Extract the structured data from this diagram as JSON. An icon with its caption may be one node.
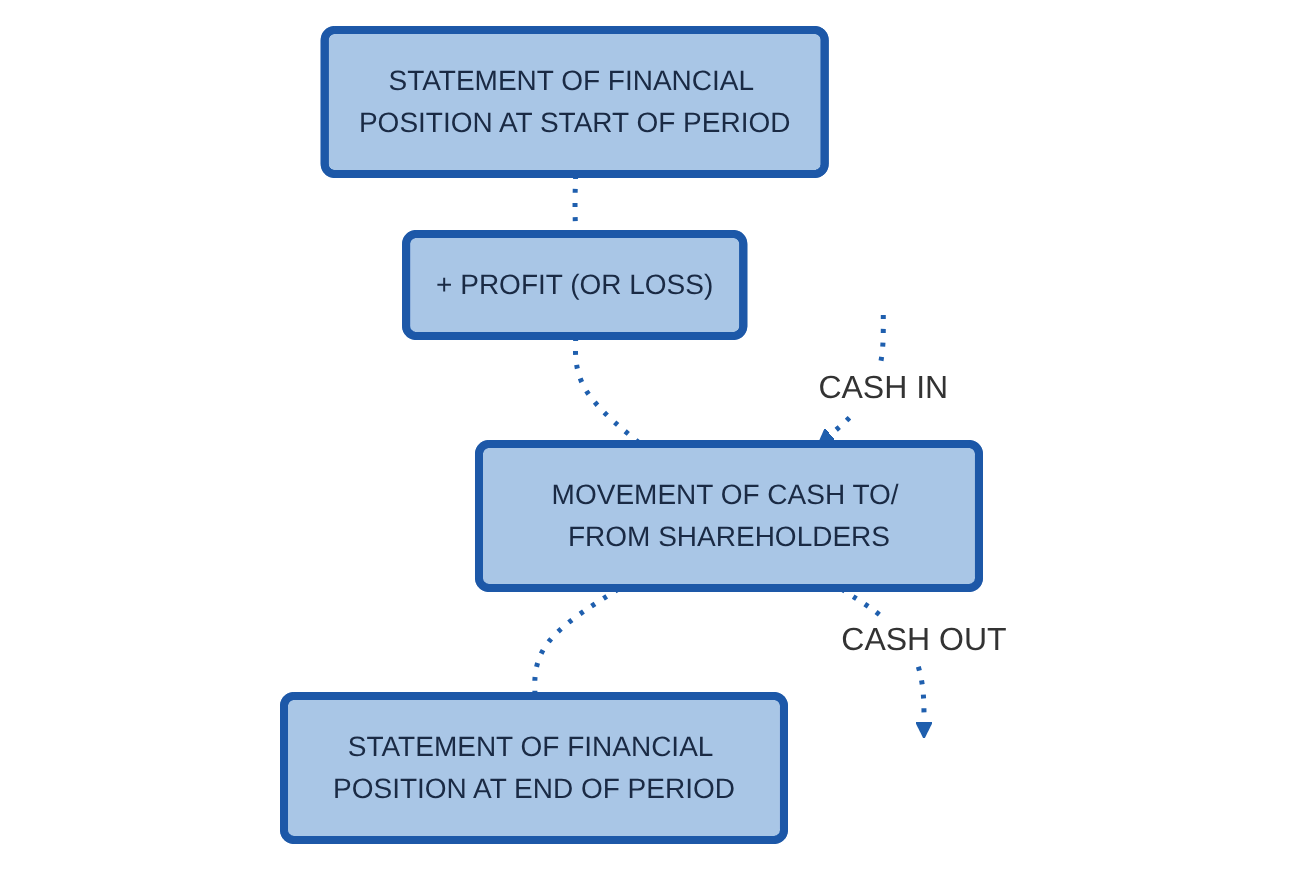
{
  "diagram": {
    "nodes": [
      {
        "text": [
          "STATEMENT OF FINANCIAL POSITION AT START OF PERIOD"
        ]
      },
      {
        "text": [
          "+ PROFIT (OR LOSS)"
        ]
      },
      {
        "text": [
          "MOVEMENT OF CASH TO/ FROM SHAREHOLDERS"
        ]
      },
      {
        "text": [
          "STATEMENT OF FINANCIAL POSITION AT END OF PERIOD"
        ]
      }
    ],
    "edges": [
      {
        "from": 0,
        "to": 1,
        "arrow": "none",
        "style": "dashed"
      },
      {
        "from": 1,
        "to": 2,
        "arrow": "none",
        "style": "dashed"
      },
      {
        "from": 2,
        "to": 3,
        "arrow": "none",
        "style": "dashed"
      },
      {
        "from": null,
        "to": 2,
        "arrow": "to",
        "style": "dashed",
        "label": "CASH IN"
      },
      {
        "from": 2,
        "to": null,
        "arrow": "to",
        "style": "dashed",
        "label": "CASH OUT"
      }
    ]
  }
}
